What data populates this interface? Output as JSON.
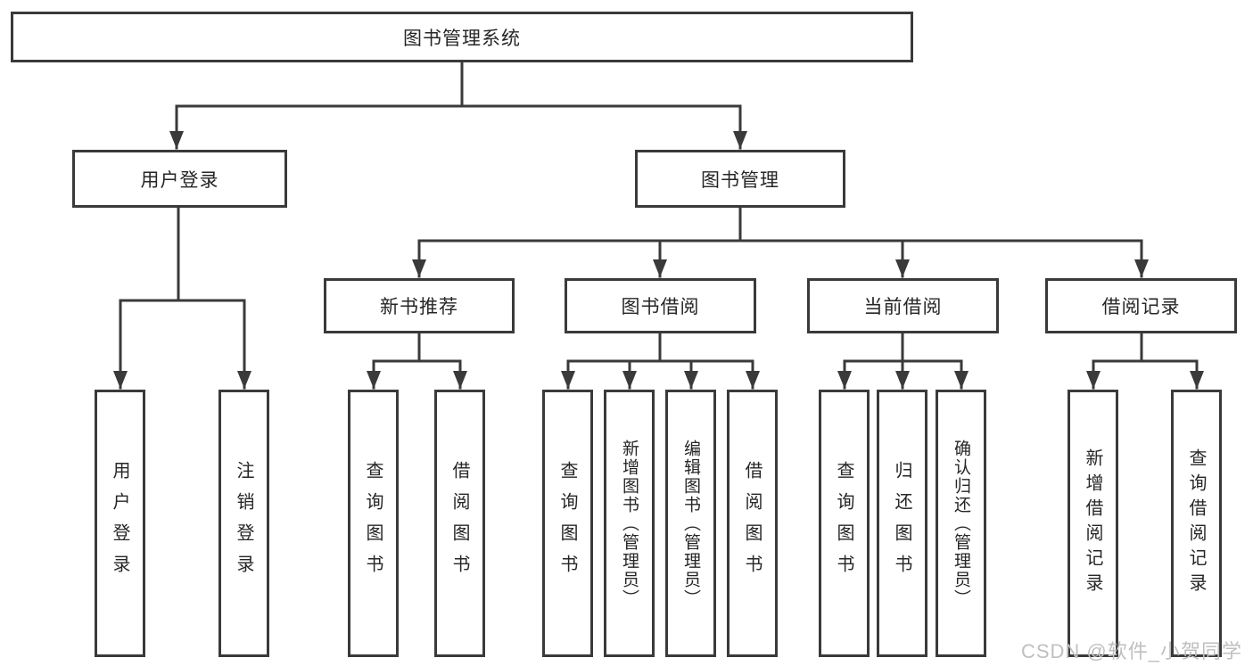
{
  "nodes": {
    "root": "图书管理系统",
    "branches": [
      {
        "label": "用户登录",
        "children": [
          "用户登录",
          "注销登录"
        ]
      },
      {
        "label": "图书管理",
        "children": [
          {
            "label": "新书推荐",
            "children": [
              "查询图书",
              "借阅图书"
            ]
          },
          {
            "label": "图书借阅",
            "children": [
              "查询图书",
              "新增图书（管理员）",
              "编辑图书（管理员）",
              "借阅图书"
            ]
          },
          {
            "label": "当前借阅",
            "children": [
              "查询图书",
              "归还图书",
              "确认归还（管理员）"
            ]
          },
          {
            "label": "借阅记录",
            "children": [
              "新增借阅记录",
              "查询借阅记录"
            ]
          }
        ]
      }
    ]
  },
  "watermark": {
    "text": "CSDN @软件_小贺同学"
  },
  "colors": {
    "line": "#3a3a3a",
    "text": "#262626",
    "background": "#ffffff",
    "watermark": "#bfbfbf"
  }
}
